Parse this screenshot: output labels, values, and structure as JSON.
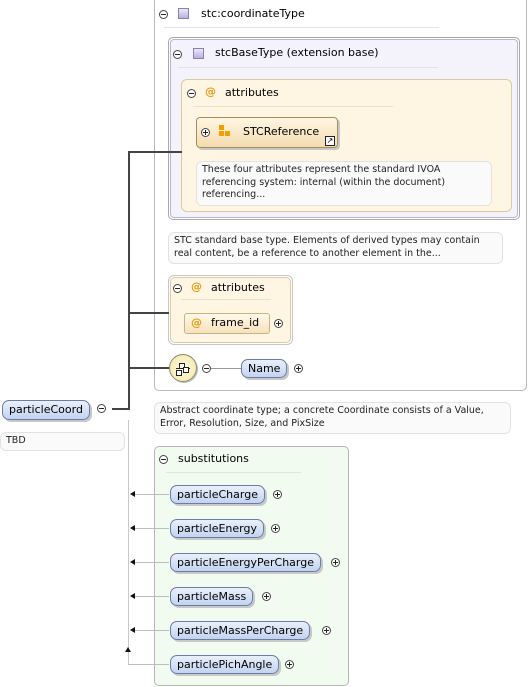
{
  "complex_type": {
    "name": "stc:coordinateType"
  },
  "base_type": {
    "name": "stcBaseType (extension base)"
  },
  "attr_group_1": {
    "label": "attributes",
    "ref": "STCReference",
    "note": "These four attributes represent the standard IVOA referencing system: internal (within the document) referencing..."
  },
  "base_note": "STC standard base type. Elements of derived types may contain real content, be a reference to another element in the...",
  "attr_group_2": {
    "label": "attributes",
    "attribute": "frame_id"
  },
  "sequence": {
    "element": "Name"
  },
  "type_note": "Abstract coordinate type; a concrete Coordinate consists of a Value, Error, Resolution, Size, and PixSize",
  "root": {
    "name": "particleCoord",
    "annotation": "TBD"
  },
  "substitutions": {
    "label": "substitutions",
    "items": [
      {
        "name": "particleCharge"
      },
      {
        "name": "particleEnergy"
      },
      {
        "name": "particleEnergyPerCharge"
      },
      {
        "name": "particleMass"
      },
      {
        "name": "particleMassPerCharge"
      },
      {
        "name": "particlePichAngle"
      }
    ]
  },
  "colors": {
    "element_fill": "#c3d3f0",
    "attribute_fill": "#fff3dd",
    "substitution_fill": "#f2fbf0",
    "complex_type_border": "#b9b9b9"
  },
  "icons": [
    "minus-icon",
    "plus-icon",
    "complex-type-icon",
    "attribute-group-icon",
    "attribute-icon",
    "sequence-icon",
    "shortcut-arrow-icon"
  ]
}
